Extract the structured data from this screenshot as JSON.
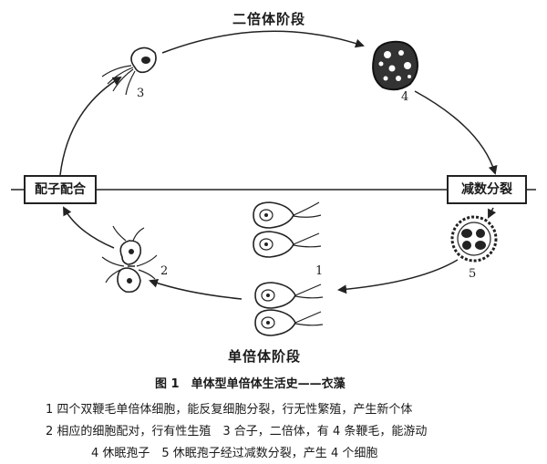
{
  "phases": {
    "top": "二倍体阶段",
    "bottom": "单倍体阶段"
  },
  "boxes": {
    "left": "配子配合",
    "right": "减数分裂"
  },
  "stage_numbers": [
    "1",
    "2",
    "3",
    "4",
    "5"
  ],
  "caption": {
    "title": "图 1　单体型单倍体生活史——衣藻",
    "line1": "1 四个双鞭毛单倍体细胞，能反复细胞分裂，行无性繁殖，产生新个体",
    "line2": "2 相应的细胞配对，行有性生殖　3 合子，二倍体，有 4 条鞭毛，能游动",
    "line3": "4 休眠孢子　5 休眠孢子经过减数分裂，产生 4 个细胞"
  }
}
